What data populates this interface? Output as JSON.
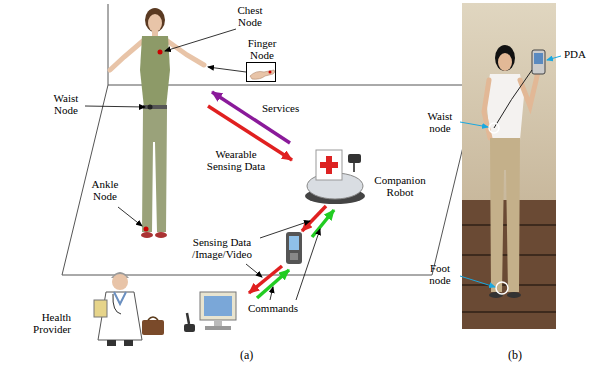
{
  "diagram": {
    "nodes": [
      {
        "text": [
          "Finger Node"
        ]
      },
      {
        "text": [
          "Companion Robot"
        ]
      },
      {
        "text": [
          "Health Provider"
        ]
      }
    ],
    "labels": [
      "Chest Node",
      "Waist Node",
      "Ankle Node",
      "Services",
      "Wearable Sensing Data",
      "Sensing Data /Image/Video",
      "Commands",
      "(a)",
      "PDA",
      "Waist node",
      "Foot node",
      "(b)"
    ]
  }
}
